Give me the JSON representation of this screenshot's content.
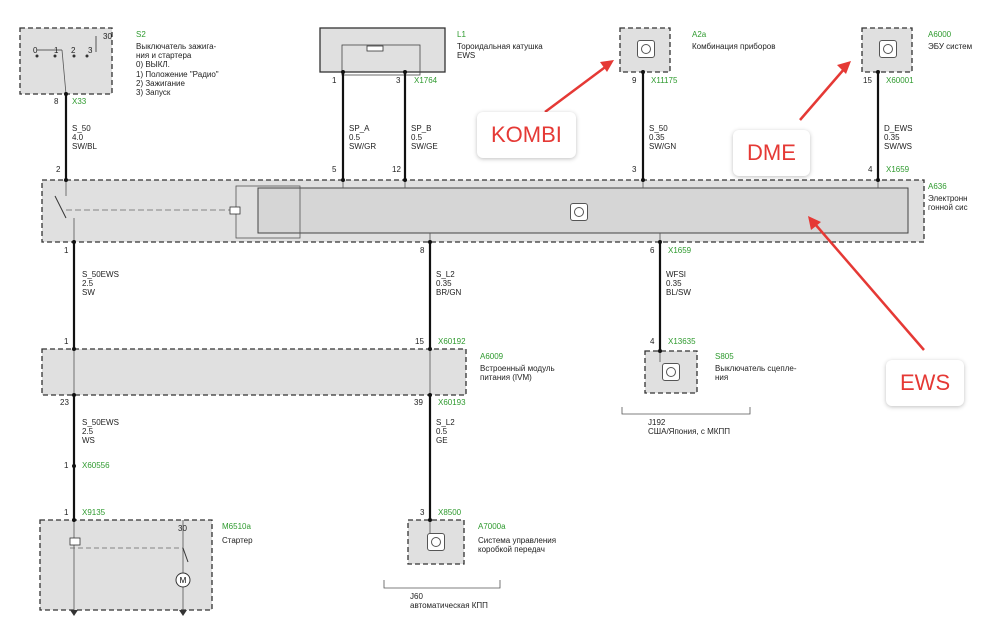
{
  "components": {
    "S2": {
      "id": "S2",
      "desc": "Выключатель зажига-\nния и стартера\n0) ВЫКЛ.\n1) Положение \"Радио\"\n2) Зажигание\n3) Запуск",
      "switch_labels": [
        "0",
        "1",
        "2",
        "3",
        "30"
      ]
    },
    "L1": {
      "id": "L1",
      "desc": "Тороидальная катушка\nEWS"
    },
    "A2a": {
      "id": "A2a",
      "desc": "Комбинация приборов"
    },
    "A6000": {
      "id": "A6000",
      "desc": "ЭБУ систем"
    },
    "A636": {
      "id": "A636",
      "desc": "Электронн\nгонной сис"
    },
    "A6009": {
      "id": "A6009",
      "desc": "Встроенный модуль\nпитания (IVM)"
    },
    "S805": {
      "id": "S805",
      "desc": "Выключатель сцепле-\nния"
    },
    "M6510a": {
      "id": "M6510a",
      "desc": "Стартер",
      "pin": "30"
    },
    "A7000a": {
      "id": "A7000a",
      "desc": "Система управления\nкоробкой передач"
    }
  },
  "connectors": {
    "X33": "X33",
    "X1764": "X1764",
    "X11175": "X11175",
    "X60001": "X60001",
    "X1659_top": "X1659",
    "X1659_bot": "X1659",
    "X13635": "X13635",
    "X60192": "X60192",
    "X60193": "X60193",
    "X60556": "X60556",
    "X9135": "X9135",
    "X8500": "X8500"
  },
  "pins": {
    "s2_8": "8",
    "l1_1": "1",
    "l1_3": "3",
    "a2a_9": "9",
    "a6000_15": "15",
    "a636_2": "2",
    "a636_5": "5",
    "a636_12": "12",
    "a636_3": "3",
    "a636_4": "4",
    "a636_1": "1",
    "a636_8": "8",
    "a636_6": "6",
    "s805_4": "4",
    "ivm_1": "1",
    "ivm_15": "15",
    "ivm_23": "23",
    "ivm_39": "39",
    "x60556_1": "1",
    "x9135_1": "1",
    "x8500_3": "3"
  },
  "wires": {
    "w_s50_top": "S_50\n4.0\nSW/BL",
    "w_spa": "SP_A\n0.5\nSW/GR",
    "w_spb": "SP_B\n0.5\nSW/GE",
    "w_s50_kombi": "S_50\n0.35\nSW/GN",
    "w_dews": "D_EWS\n0.35\nSW/WS",
    "w_s50ews_1": "S_50EWS\n2.5\nSW",
    "w_sl2_1": "S_L2\n0.35\nBR/GN",
    "w_wfsi": "WFSI\n0.35\nBL/SW",
    "w_s50ews_2": "S_50EWS\n2.5\nWS",
    "w_sl2_2": "S_L2\n0.5\nGE"
  },
  "variants": {
    "j192": "J192\nСША/Япония, с МКПП",
    "j60": "J60\nавтоматическая КПП"
  },
  "annotations": {
    "kombi": "KOMBI",
    "dme": "DME",
    "ews": "EWS"
  },
  "colors": {
    "annotation": "#e53935",
    "connector": "#2e9a2e",
    "component_fill": "#e0e0e0",
    "wire": "#111111"
  },
  "icons": {
    "ecu": "ecu-symbol-icon",
    "motor": "motor-icon",
    "arrow": "red-arrow-icon"
  }
}
